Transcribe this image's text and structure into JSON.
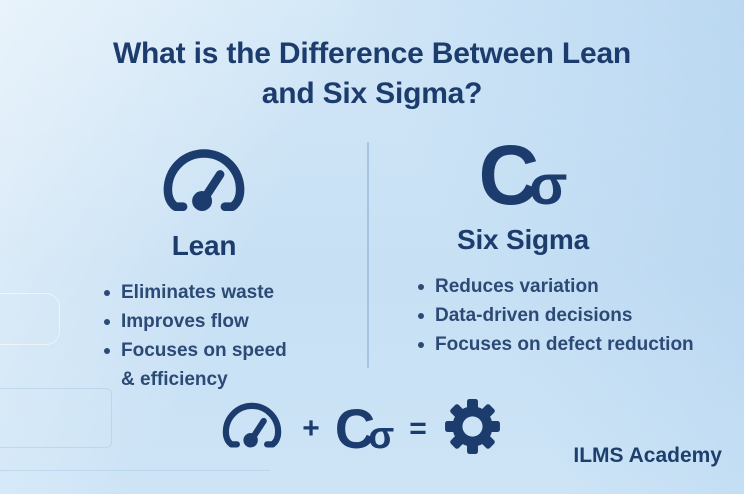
{
  "title": "What is the Difference Between Lean and Six Sigma?",
  "columns": [
    {
      "heading": "Lean",
      "icon": "gauge-icon",
      "bullets": [
        "Eliminates waste",
        "Improves flow",
        "Focuses on speed & efficiency"
      ]
    },
    {
      "heading": "Six Sigma",
      "icon": "c-sigma-icon",
      "bullets": [
        "Reduces variation",
        "Data-driven decisions",
        "Focuses on defect reduction"
      ]
    }
  ],
  "sigma_glyph": {
    "c": "C",
    "sigma": "σ"
  },
  "formula": {
    "left_icon": "gauge-icon",
    "plus": "+",
    "middle_icon": "c-sigma-icon",
    "equals": "=",
    "result_icon": "gear-icon"
  },
  "footer": {
    "brand": "ILMS Academy"
  },
  "colors": {
    "heading_navy": "#1d3c6e",
    "body_text": "#2c4a76",
    "divider": "#7da0c8",
    "background_top": "#d2e7f7",
    "background_accent": "#a8ccee"
  }
}
